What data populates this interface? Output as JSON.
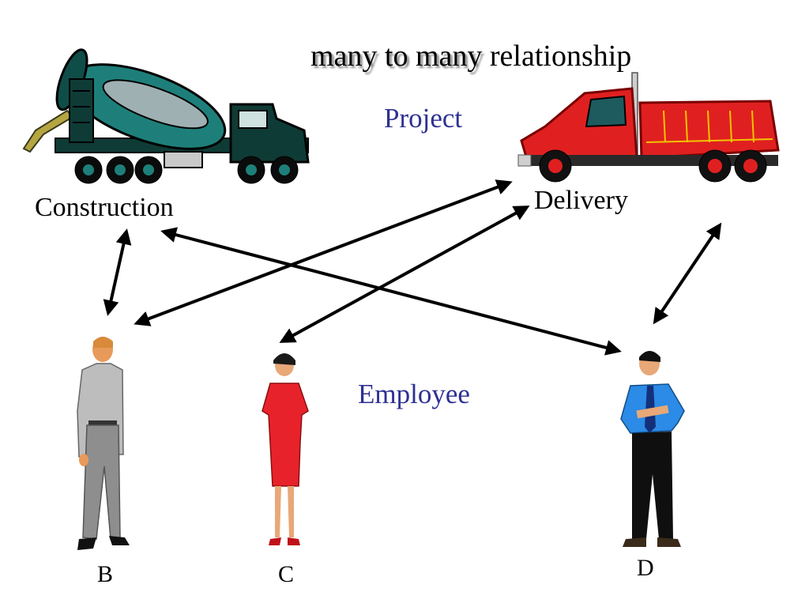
{
  "title": {
    "emphasis": "many to many",
    "rest": " relationship"
  },
  "entities": {
    "project": "Project",
    "employee": "Employee"
  },
  "projects": [
    {
      "id": "construction",
      "label": "Construction",
      "icon": "concrete-mixer-truck-icon"
    },
    {
      "id": "delivery",
      "label": "Delivery",
      "icon": "dump-truck-icon"
    }
  ],
  "employees": [
    {
      "id": "b",
      "label": "B",
      "icon": "man-gray-shirt-icon"
    },
    {
      "id": "c",
      "label": "C",
      "icon": "woman-red-dress-icon"
    },
    {
      "id": "d",
      "label": "D",
      "icon": "man-blue-shirt-tie-icon"
    }
  ],
  "relationships": [
    {
      "from": "Construction",
      "to": "B"
    },
    {
      "from": "Construction",
      "to": "D"
    },
    {
      "from": "Delivery",
      "to": "B"
    },
    {
      "from": "Delivery",
      "to": "C"
    },
    {
      "from": "Delivery",
      "to": "D"
    }
  ],
  "colors": {
    "entity_label": "#2e3192",
    "mixer_drum": "#1e7f7a",
    "dump_truck_body": "#e02020",
    "employee_c_dress": "#e8222a",
    "employee_d_shirt": "#2b8be6"
  }
}
